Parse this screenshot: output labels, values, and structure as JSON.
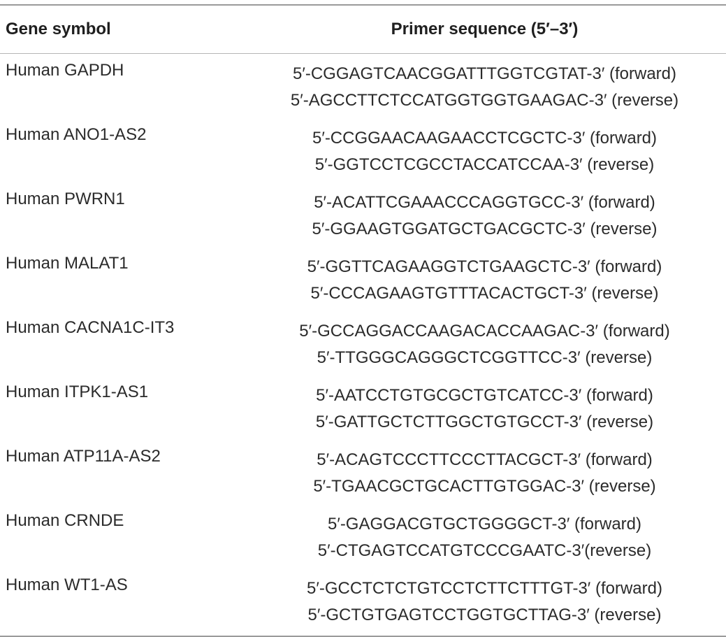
{
  "table": {
    "headers": {
      "gene": "Gene symbol",
      "primer": "Primer sequence (5′–3′)"
    },
    "rows": [
      {
        "gene": "Human GAPDH",
        "forward": "5′-CGGAGTCAACGGATTTGGTCGTAT-3′ (forward)",
        "reverse": "5′-AGCCTTCTCCATGGTGGTGAAGAC-3′ (reverse)"
      },
      {
        "gene": "Human ANO1-AS2",
        "forward": "5′-CCGGAACAAGAACCTCGCTC-3′ (forward)",
        "reverse": "5′-GGTCCTCGCCTACCATCCAA-3′ (reverse)"
      },
      {
        "gene": "Human PWRN1",
        "forward": "5′-ACATTCGAAACCCAGGTGCC-3′ (forward)",
        "reverse": "5′-GGAAGTGGATGCTGACGCTC-3′ (reverse)"
      },
      {
        "gene": "Human MALAT1",
        "forward": "5′-GGTTCAGAAGGTCTGAAGCTC-3′ (forward)",
        "reverse": "5′-CCCAGAAGTGTTTACACTGCT-3′ (reverse)"
      },
      {
        "gene": "Human CACNA1C-IT3",
        "forward": "5′-GCCAGGACCAAGACACCAAGAC-3′ (forward)",
        "reverse": "5′-TTGGGCAGGGCTCGGTTCC-3′ (reverse)"
      },
      {
        "gene": "Human ITPK1-AS1",
        "forward": "5′-AATCCTGTGCGCTGTCATCC-3′ (forward)",
        "reverse": "5′-GATTGCTCTTGGCTGTGCCT-3′ (reverse)"
      },
      {
        "gene": "Human ATP11A-AS2",
        "forward": "5′-ACAGTCCCTTCCCTTACGCT-3′ (forward)",
        "reverse": "5′-TGAACGCTGCACTTGTGGAC-3′ (reverse)"
      },
      {
        "gene": "Human CRNDE",
        "forward": "5′-GAGGACGTGCTGGGGCT-3′ (forward)",
        "reverse": "5′-CTGAGTCCATGTCCCGAATC-3′(reverse)"
      },
      {
        "gene": "Human WT1-AS",
        "forward": "5′-GCCTCTCTGTCCTCTTCTTTGT-3′ (forward)",
        "reverse": "5′-GCTGTGAGTCCTGGTGCTTAG-3′ (reverse)"
      }
    ]
  }
}
